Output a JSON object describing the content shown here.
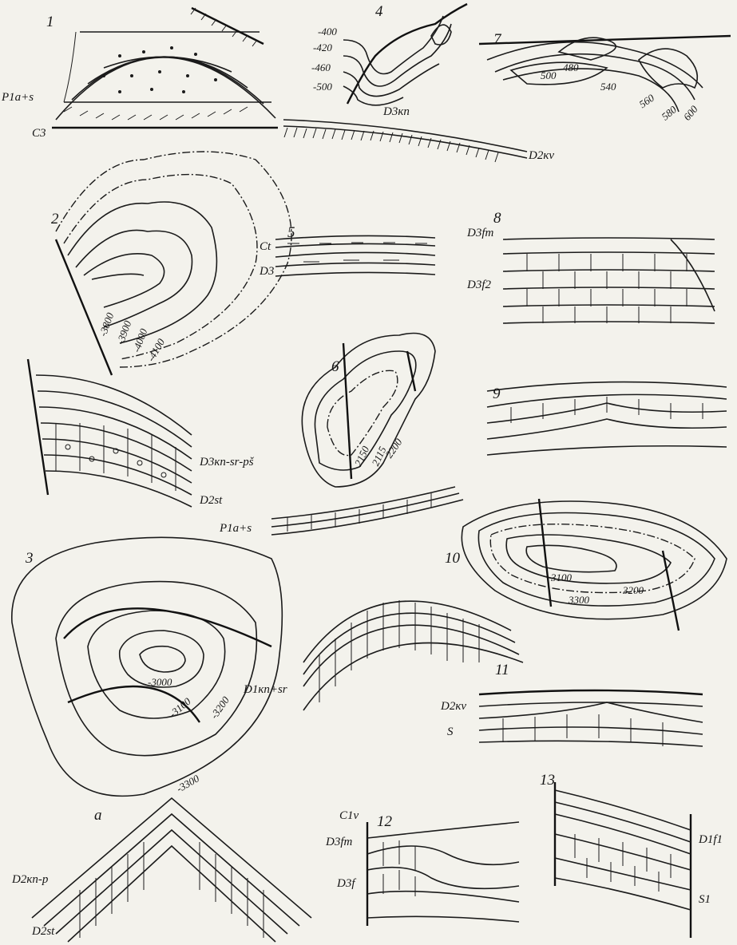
{
  "colors": {
    "ink": "#1b1b1b",
    "paper": "#f3f2ec"
  },
  "panels": [
    {
      "number": "1",
      "labels": [
        "P1a+s",
        "C3"
      ]
    },
    {
      "number": "2",
      "labels": [
        "-3800",
        "-3900",
        "-4000",
        "-4100"
      ]
    },
    {
      "number": "3",
      "labels": [
        "-3000",
        "-3100",
        "-3200",
        "-3300"
      ]
    },
    {
      "number": "4",
      "labels": [
        "-400",
        "-420",
        "-460",
        "-500",
        "D3кп",
        "D2кv"
      ]
    },
    {
      "number": "5",
      "labels": [
        "Ct",
        "D3"
      ]
    },
    {
      "number": "6",
      "labels": [
        "2150",
        "2115",
        "2200",
        "P1a+s"
      ]
    },
    {
      "number": "7",
      "labels": [
        "500",
        "480",
        "540",
        "560",
        "580",
        "600"
      ]
    },
    {
      "number": "8",
      "labels": [
        "D3fm",
        "D3f2"
      ]
    },
    {
      "number": "9",
      "labels": []
    },
    {
      "number": "10",
      "labels": [
        "3100",
        "3200",
        "3300"
      ]
    },
    {
      "number": "11",
      "labels": [
        "D2кv",
        "S"
      ]
    },
    {
      "number": "12",
      "labels": [
        "C1v",
        "D3fm",
        "D3f"
      ]
    },
    {
      "number": "13",
      "labels": [
        "D1f1",
        "S1"
      ]
    },
    {
      "number": "a",
      "labels": [
        "D2кп-р",
        "D2st"
      ]
    }
  ],
  "extra_labels": [
    "D3кп-sr-pš",
    "D2st",
    "D1кп+sr"
  ]
}
